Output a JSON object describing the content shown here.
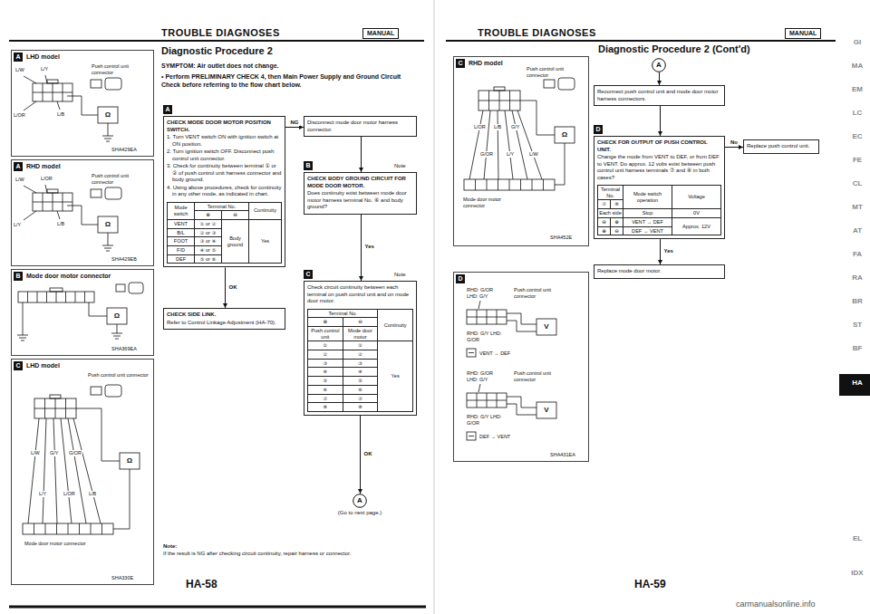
{
  "diagram": {
    "nodes": [
      {
        "text": [
          "LHD model",
          "Push control unit connector",
          "SHA429EA"
        ]
      },
      {
        "text": [
          "RHD model",
          "Push control unit connector",
          "SHA429EB"
        ]
      },
      {
        "text": [
          "Mode door motor connector",
          "SHA369EA"
        ]
      },
      {
        "text": [
          "LHD model",
          "Push control unit connector",
          "Mode door motor connector",
          "SHA330E"
        ]
      },
      {
        "text": [
          "CHECK MODE DOOR MOTOR POSITION SWITCH.",
          "1. Turn VENT switch ON with ignition switch at ON position.",
          "2. Turn ignition switch OFF. Disconnect push control unit connector.",
          "3. Check for continuity between terminal ① or ② of push control unit harness connector and body ground.",
          "4. Using above procedures, check for continuity in any other mode, as indicated in chart.",
          "Mode switch",
          "Terminal No.",
          "Continuity",
          "⊕",
          "⊖",
          "VENT",
          "① or ②",
          "B/L",
          "② or ③",
          "FOOT",
          "③ or ④",
          "F/D",
          "④ or ⑤",
          "DEF",
          "⑤ or ⑥",
          "Body ground",
          "Yes"
        ]
      },
      {
        "text": [
          "Disconnect mode door motor harness connector."
        ]
      },
      {
        "text": [
          "CHECK BODY GROUND CIRCUIT FOR MODE DOOR MOTOR.",
          "Does continuity exist between mode door motor harness terminal No. ⑥ and body ground?"
        ]
      },
      {
        "text": [
          "Check circuit continuity between each terminal on push control unit and on mode door motor.",
          "Terminal No.",
          "Continuity",
          "⊕",
          "⊖",
          "Push control unit",
          "Mode door motor",
          "①",
          "①",
          "②",
          "②",
          "③",
          "③",
          "④",
          "④",
          "⑤",
          "⑤",
          "⑥",
          "⑥",
          "⑦",
          "⑦",
          "⑧",
          "⑧",
          "Yes"
        ]
      },
      {
        "text": [
          "CHECK SIDE LINK.",
          "Refer to Control Linkage Adjustment (HA-70)."
        ]
      },
      {
        "text": [
          "A",
          "(Go to next page.)"
        ]
      },
      {
        "text": [
          "RHD model",
          "Push control unit connector",
          "Mode door motor connector",
          "SHA452E"
        ]
      },
      {
        "text": [
          "RHD: G/OR LHD: G/Y",
          "Push control unit connector",
          "RHD: G/Y LHD: G/OR",
          "VENT → DEF",
          "RHD: G/OR LHD: G/Y",
          "Push control unit connector",
          "RHD: G/Y LHD: G/OR",
          "DEF → VENT",
          "SHA431EA"
        ]
      },
      {
        "text": [
          "A"
        ]
      },
      {
        "text": [
          "Reconnect push control unit and mode door motor harness connectors."
        ]
      },
      {
        "text": [
          "CHECK FOR OUTPUT OF PUSH CONTROL UNIT.",
          "Change the mode from VENT to DEF, or from DEF to VENT. Do approx. 12 volts exist between push control unit harness terminals ⑦ and ⑧ in both cases?",
          "Terminal No.",
          "Mode switch operation",
          "Voltage",
          "⑦",
          "⑧",
          "Each side",
          "Stop",
          "0V",
          "⊖",
          "⊕",
          "VENT → DEF",
          "⊕",
          "⊖",
          "DEF → VENT",
          "Approx. 12V"
        ]
      },
      {
        "text": [
          "Replace push control unit."
        ]
      },
      {
        "text": [
          "Replace mode door motor."
        ]
      }
    ],
    "edges": [
      {
        "from": 4,
        "to": 5,
        "label": "NG",
        "arrow": "to"
      },
      {
        "from": 5,
        "to": 6,
        "arrow": "to"
      },
      {
        "from": 6,
        "to": 7,
        "label": "Yes",
        "arrow": "to"
      },
      {
        "from": 7,
        "to": 9,
        "label": "OK",
        "arrow": "to"
      },
      {
        "from": 4,
        "to": 8,
        "label": "OK",
        "arrow": "to"
      },
      {
        "from": 12,
        "to": 13,
        "arrow": "to"
      },
      {
        "from": 13,
        "to": 14,
        "arrow": "to"
      },
      {
        "from": 14,
        "to": 15,
        "label": "No",
        "arrow": "to"
      },
      {
        "from": 14,
        "to": 16,
        "label": "Yes",
        "arrow": "to"
      }
    ],
    "labels": [
      "TROUBLE DIAGNOSES",
      "MANUAL",
      "Diagnostic Procedure 2",
      "SYMPTOM: Air outlet does not change.",
      "• Perform PRELIMINARY CHECK 4, then Main Power Supply and Ground Circuit Check before referring to the flow chart below.",
      "A",
      "A",
      "B",
      "C",
      "A",
      "B",
      "Note",
      "C",
      "Note",
      "Note:",
      "If the result is NG after checking circuit continuity, repair harness or connector.",
      "HA-58",
      "TROUBLE DIAGNOSES",
      "MANUAL",
      "Diagnostic Procedure 2 (Cont'd)",
      "C",
      "D",
      "D",
      "HA-59",
      "carmanualsonline.info",
      "L/W",
      "L/Y",
      "L/OR",
      "L/B",
      "Ω",
      "L/W",
      "L/OR",
      "L/Y",
      "L/B",
      "Ω",
      "Ω",
      "L/W",
      "L/Y",
      "G/Y",
      "L/OR",
      "G/OR",
      "L/B",
      "Ω",
      "L/OR",
      "G/OR",
      "L/B",
      "L/Y",
      "G/Y",
      "L/W",
      "Ω",
      "V",
      "V",
      "GI",
      "MA",
      "EM",
      "LC",
      "EC",
      "FE",
      "CL",
      "MT",
      "AT",
      "FA",
      "RA",
      "BR",
      "ST",
      "BF",
      "HA",
      "EL",
      "IDX"
    ]
  }
}
